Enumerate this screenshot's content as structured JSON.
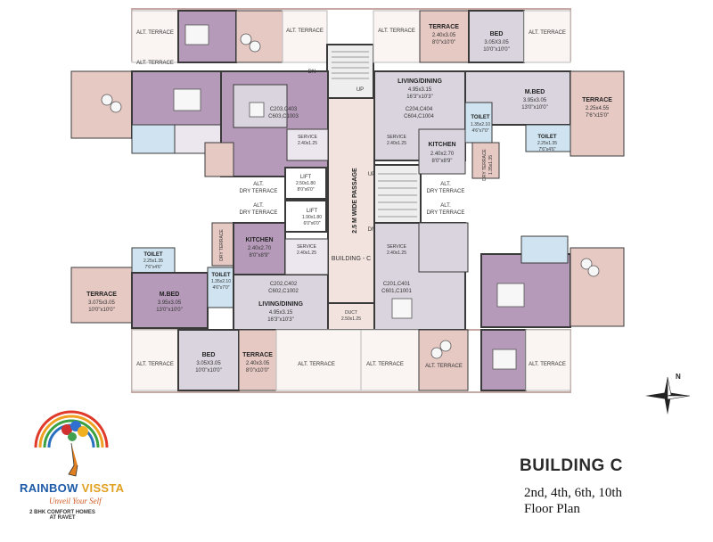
{
  "title": "BUILDING C",
  "subtitle_line1": "2nd, 4th, 6th, 10th",
  "subtitle_line2": "Floor Plan",
  "brand": {
    "name_a": "RAINBOW",
    "name_b": "VISSTA",
    "tagline": "Unveil Your Self",
    "line1": "2 BHK COMFORT HOMES",
    "line2": "AT RAVET"
  },
  "compass_label": "N",
  "center": {
    "passage": "2.5 M WIDE PASSAGE",
    "building": "BUILDING - C",
    "up": "UP",
    "dn": "DN",
    "lift_a": "LIFT",
    "lift_a_dim1": "2.50x1.80",
    "lift_a_dim2": "8'0\"x6'0\"",
    "lift_b": "LIFT",
    "lift_b_dim1": "1.90x1.80",
    "lift_b_dim2": "6'0\"x6'0\"",
    "duct": "DUCT",
    "duct_dim": "2.50x1.25"
  },
  "rooms": {
    "tl_alt": "ALT. TERRACE",
    "tl_alt2": "ALT. TERRACE",
    "top_alt": "ALT. TERRACE",
    "top_terrace": "TERRACE",
    "top_terrace_dim1": "2.40x3.05",
    "top_terrace_dim2": "8'0\"x10'0\"",
    "top_bed": "BED",
    "top_bed_dim1": "3.05X3.05",
    "top_bed_dim2": "10'0\"x10'0\"",
    "tr_alt": "ALT. TERRACE",
    "tr_living": "LIVING/DINING",
    "tr_living_dim1": "4.95x3.15",
    "tr_living_dim2": "16'3\"x10'3\"",
    "tr_flats1": "C204,C404",
    "tr_flats2": "C604,C1004",
    "tl_flats1": "C203,C403",
    "tl_flats2": "C603,C1003",
    "tr_mbed": "M.BED",
    "tr_mbed_dim1": "3.95x3.05",
    "tr_mbed_dim2": "13'0\"x10'0\"",
    "tr_terrace": "TERRACE",
    "tr_terrace_dim1": "2.25x4.55",
    "tr_terrace_dim2": "7'6\"x15'0\"",
    "tr_toilet1": "TOILET",
    "tr_toilet1_dim1": "1.35x2.10",
    "tr_toilet1_dim2": "4'6\"x7'0\"",
    "tr_toilet2": "TOILET",
    "tr_toilet2_dim1": "2.25x1.35",
    "tr_toilet2_dim2": "7'6\"x4'6\"",
    "tr_kitchen": "KITCHEN",
    "tr_kitchen_dim1": "2.40x2.70",
    "tr_kitchen_dim2": "8'0\"x8'9\"",
    "tr_service": "SERVICE",
    "tr_service_dim": "2.40x1.25",
    "tl_service": "SERVICE",
    "tl_service_dim": "2.40x1.25",
    "dry_terrace": "DRY TERRACE",
    "dry_terrace_vert": "DRY TERRACE",
    "dry_dim": "1.35x1.35",
    "alt_dry_l1": "ALT.",
    "alt_dry_l2": "DRY TERRACE",
    "alt_dry_r1": "ALT.",
    "alt_dry_r2": "DRY TERRACE",
    "alt_dry_r3": "ALT.",
    "alt_dry_r4": "DRY TERRACE",
    "alt_dry_l3": "ALT.",
    "alt_dry_l4": "DRY TERRACE",
    "bl_toilet": "TOILET",
    "bl_toilet_dim1": "2.25x1.35",
    "bl_toilet_dim2": "7'6\"x4'6\"",
    "bl_toilet2": "TOILET",
    "bl_toilet2_dim1": "1.35x2.10",
    "bl_toilet2_dim2": "4'6\"x7'0\"",
    "bl_kitchen": "KITCHEN",
    "bl_kitchen_dim1": "2.40x2.70",
    "bl_kitchen_dim2": "8'0\"x8'9\"",
    "bl_terrace": "TERRACE",
    "bl_terrace_dim1": "3.075x3.05",
    "bl_terrace_dim2": "10'0\"x10'0\"",
    "bl_mbed": "M.BED",
    "bl_mbed_dim1": "3.95x3.05",
    "bl_mbed_dim2": "13'0\"x10'0\"",
    "bl_flats1": "C202,C402",
    "bl_flats2": "C602,C1002",
    "bl_living": "LIVING/DINING",
    "bl_living_dim1": "4.95x3.15",
    "bl_living_dim2": "16'3\"x10'3\"",
    "bl_service": "SERVICE",
    "bl_service_dim": "2.40x1.25",
    "br_service": "SERVICE",
    "br_service_dim": "2.40x1.25",
    "br_flats1": "C201,C401",
    "br_flats2": "C601,C1001",
    "bot_alt1": "ALT. TERRACE",
    "bot_bed": "BED",
    "bot_bed_dim1": "3.05X3.05",
    "bot_bed_dim2": "10'0\"x10'0\"",
    "bot_terrace": "TERRACE",
    "bot_terrace_dim1": "2.40x3.05",
    "bot_terrace_dim2": "8'0\"x10'0\"",
    "bot_alt2": "ALT. TERRACE",
    "bot_alt3": "ALT. TERRACE",
    "bot_alt4": "ALT. TERRACE",
    "bot_alt5": "ALT. TERRACE",
    "bot_alt6": "ALT. TERRACE"
  },
  "colors": {
    "wall": "#3a3a3a",
    "living": "#d9d4de",
    "bedroom": "#b59bb9",
    "terrace": "#e7c9c4",
    "passage": "#f2e3df",
    "toilet": "#cfe3f0",
    "kitchen": "#ece6ef",
    "outline": "#c7a9a5"
  }
}
